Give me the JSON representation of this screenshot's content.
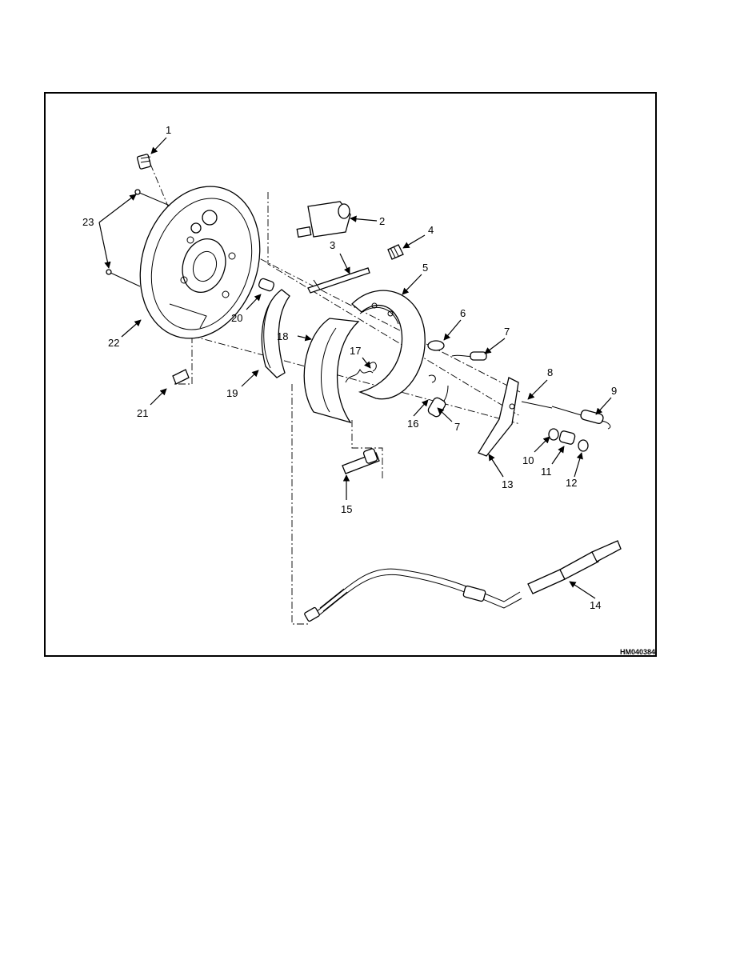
{
  "figure": {
    "code": "HM040384",
    "callouts": [
      "1",
      "2",
      "3",
      "4",
      "5",
      "6",
      "7",
      "7",
      "8",
      "9",
      "10",
      "11",
      "12",
      "13",
      "14",
      "15",
      "16",
      "17",
      "18",
      "19",
      "20",
      "21",
      "22",
      "23"
    ]
  }
}
